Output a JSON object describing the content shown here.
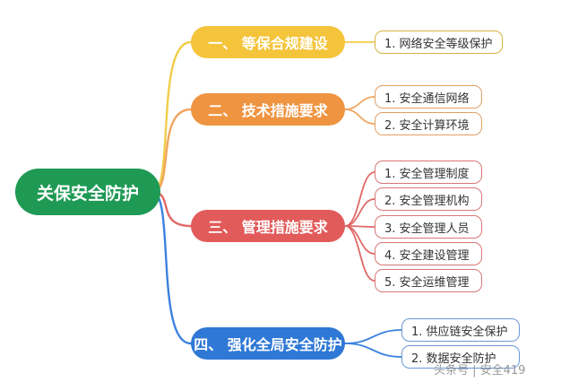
{
  "root": {
    "label": "关保安全防护",
    "color": "#1f9a55"
  },
  "branches": [
    {
      "label": "一、 等保合规建设",
      "color": "#f4c43a",
      "line_color": "#f0cd4a",
      "border_color": "#d8b340",
      "items": [
        "1. 网络安全等级保护"
      ]
    },
    {
      "label": "二、 技术措施要求",
      "color": "#ef9440",
      "line_color": "#f1a660",
      "border_color": "#e0a065",
      "items": [
        "1. 安全通信网络",
        "2. 安全计算环境"
      ]
    },
    {
      "label": "三、 管理措施要求",
      "color": "#e25b5b",
      "line_color": "#e06868",
      "border_color": "#d97777",
      "items": [
        "1. 安全管理制度",
        "2. 安全管理机构",
        "3. 安全管理人员",
        "4. 安全建设管理",
        "5. 安全运维管理"
      ]
    },
    {
      "label": "四、 强化全局安全防护",
      "color": "#2f78d6",
      "line_color": "#3b82e0",
      "border_color": "#6a98d8",
      "items": [
        "1. 供应链安全保护",
        "2. 数据安全防护"
      ]
    }
  ],
  "watermark": {
    "text": "头条号 | 安全419"
  }
}
